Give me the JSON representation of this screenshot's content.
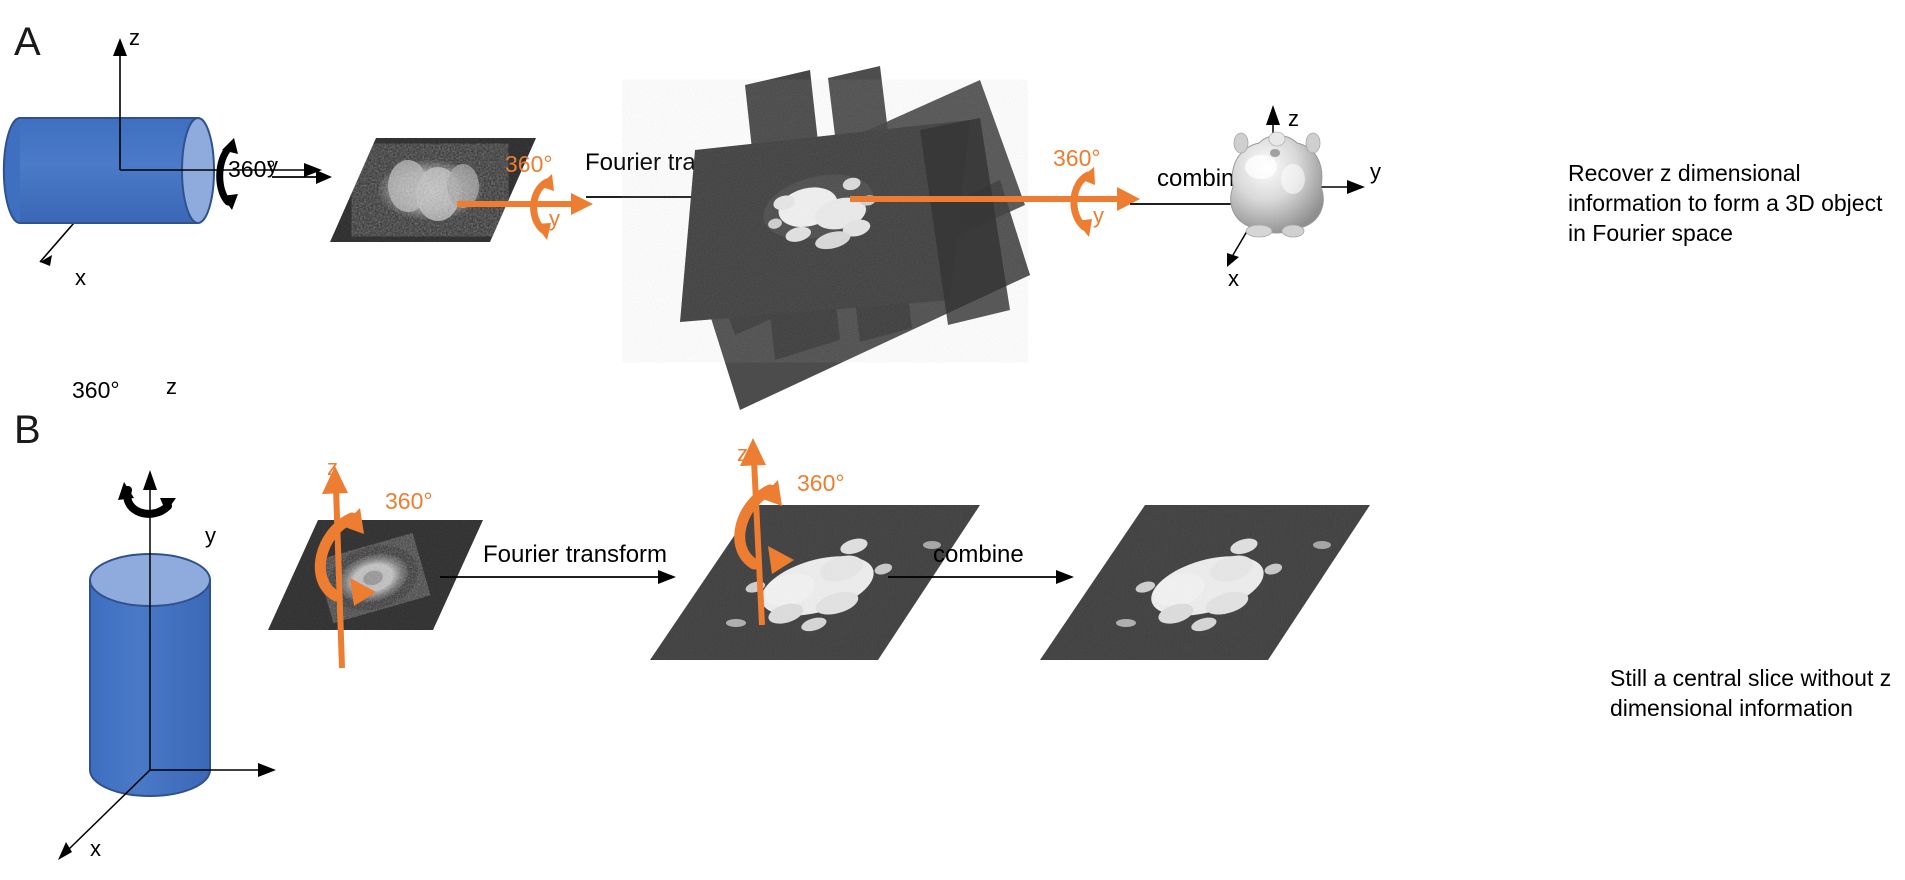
{
  "figure": {
    "type": "scientific-diagram",
    "description": "Two-panel schematic comparing reconstruction of a 3D object in Fourier space from rotations about the y axis (A) versus rotations about the z axis (B)",
    "accent_orange": "#ED7D31",
    "cylinder_blue": "#4472C4",
    "cylinder_blue_dark": "#2F528F",
    "cylinder_blue_light": "#8FAADC",
    "background": "#FFFFFF",
    "density_gray": "#3A3A3A"
  },
  "panel_a": {
    "letter": "A",
    "object_axes": {
      "z": "z",
      "y": "y",
      "x": "x"
    },
    "object_rotation": "360°",
    "projection_rotation": "360°",
    "projection_axis": "y",
    "fourier_step": "Fourier transform",
    "fourier_rotation": "360°",
    "fourier_axis": "y",
    "combine_step": "combine",
    "result_axes": {
      "z": "z",
      "y": "y",
      "x": "x"
    },
    "caption": "Recover z dimensional information to form a 3D object in Fourier space"
  },
  "panel_b": {
    "letter": "B",
    "object_rotation": "360°",
    "object_axes": {
      "z": "z",
      "y": "y",
      "x": "x"
    },
    "projection_rotation": "360°",
    "projection_axis": "z",
    "fourier_step": "Fourier transform",
    "fourier_rotation": "360°",
    "fourier_axis": "z",
    "combine_step": "combine",
    "caption": "Still a central slice without z dimensional information"
  }
}
